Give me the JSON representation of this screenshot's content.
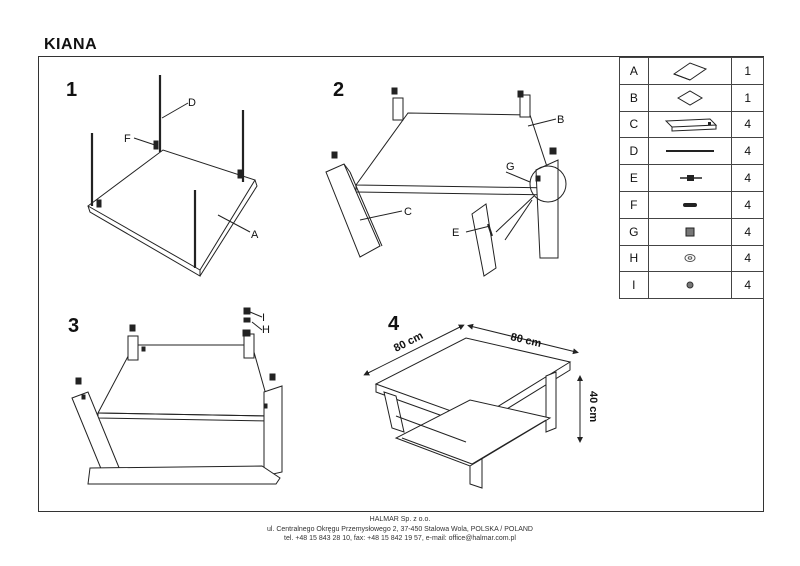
{
  "title": "KIANA",
  "steps": [
    "1",
    "2",
    "3",
    "4"
  ],
  "callouts": {
    "step1": [
      "D",
      "F",
      "A"
    ],
    "step2": [
      "B",
      "G",
      "C",
      "E"
    ],
    "step3": [
      "I",
      "H"
    ]
  },
  "dimensions": {
    "width": "80 cm",
    "depth": "80 cm",
    "height": "40 cm"
  },
  "parts": [
    {
      "code": "A",
      "icon": "tabletop-icon",
      "qty": "1"
    },
    {
      "code": "B",
      "icon": "shelf-panel-icon",
      "qty": "1"
    },
    {
      "code": "C",
      "icon": "leg-icon",
      "qty": "4"
    },
    {
      "code": "D",
      "icon": "threaded-rod-icon",
      "qty": "4"
    },
    {
      "code": "E",
      "icon": "connector-bolt-icon",
      "qty": "4"
    },
    {
      "code": "F",
      "icon": "dowel-icon",
      "qty": "4"
    },
    {
      "code": "G",
      "icon": "nut-icon",
      "qty": "4"
    },
    {
      "code": "H",
      "icon": "washer-icon",
      "qty": "4"
    },
    {
      "code": "I",
      "icon": "cap-nut-icon",
      "qty": "4"
    }
  ],
  "footer": {
    "line1": "HALMAR Sp. z o.o.",
    "line2": "ul. Centralnego Okręgu Przemysłowego 2, 37-450 Stalowa Wola, POLSKA / POLAND",
    "line3": "tel. +48 15 843 28 10, fax: +48 15 842 19 57, e-mail: office@halmar.com.pl"
  }
}
